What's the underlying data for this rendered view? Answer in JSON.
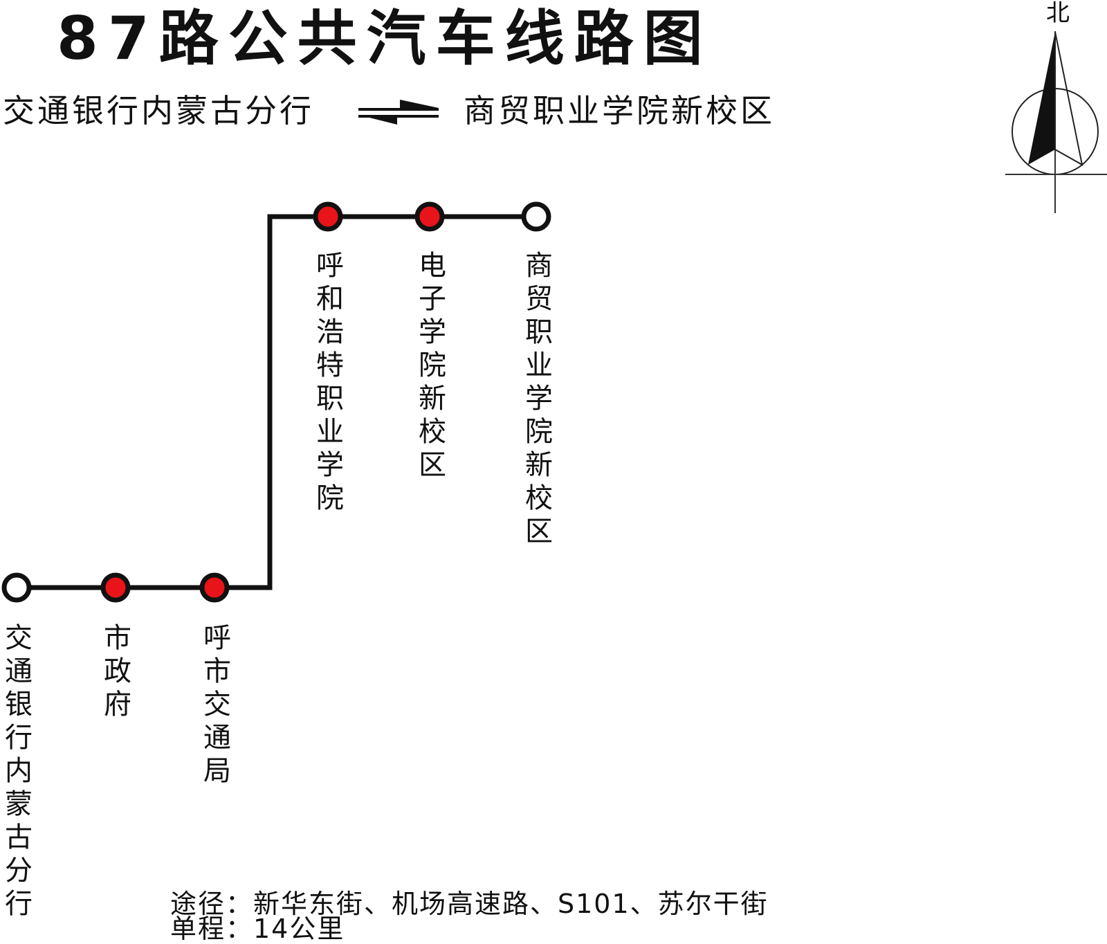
{
  "title": "87路公共汽车线路图",
  "header": {
    "from": "交通银行内蒙古分行",
    "to": "商贸职业学院新校区",
    "direction_icon": "bidirectional-arrows-icon"
  },
  "compass": {
    "label": "北",
    "icon": "north-arrow-icon"
  },
  "colors": {
    "line": "#111111",
    "stop_fill": "#e8141a",
    "terminal_fill": "#ffffff",
    "background": "#ffffff"
  },
  "stops": [
    {
      "name": "交通银行内蒙古分行",
      "type": "terminal"
    },
    {
      "name": "市政府",
      "type": "intermediate"
    },
    {
      "name": "呼市交通局",
      "type": "intermediate"
    },
    {
      "name": "呼和浩特职业学院",
      "type": "intermediate"
    },
    {
      "name": "电子学院新校区",
      "type": "intermediate"
    },
    {
      "name": "商贸职业学院新校区",
      "type": "terminal"
    }
  ],
  "footer": {
    "via": "途径：新华东街、机场高速路、S101、苏尔干街",
    "distance": "单程：14公里"
  }
}
